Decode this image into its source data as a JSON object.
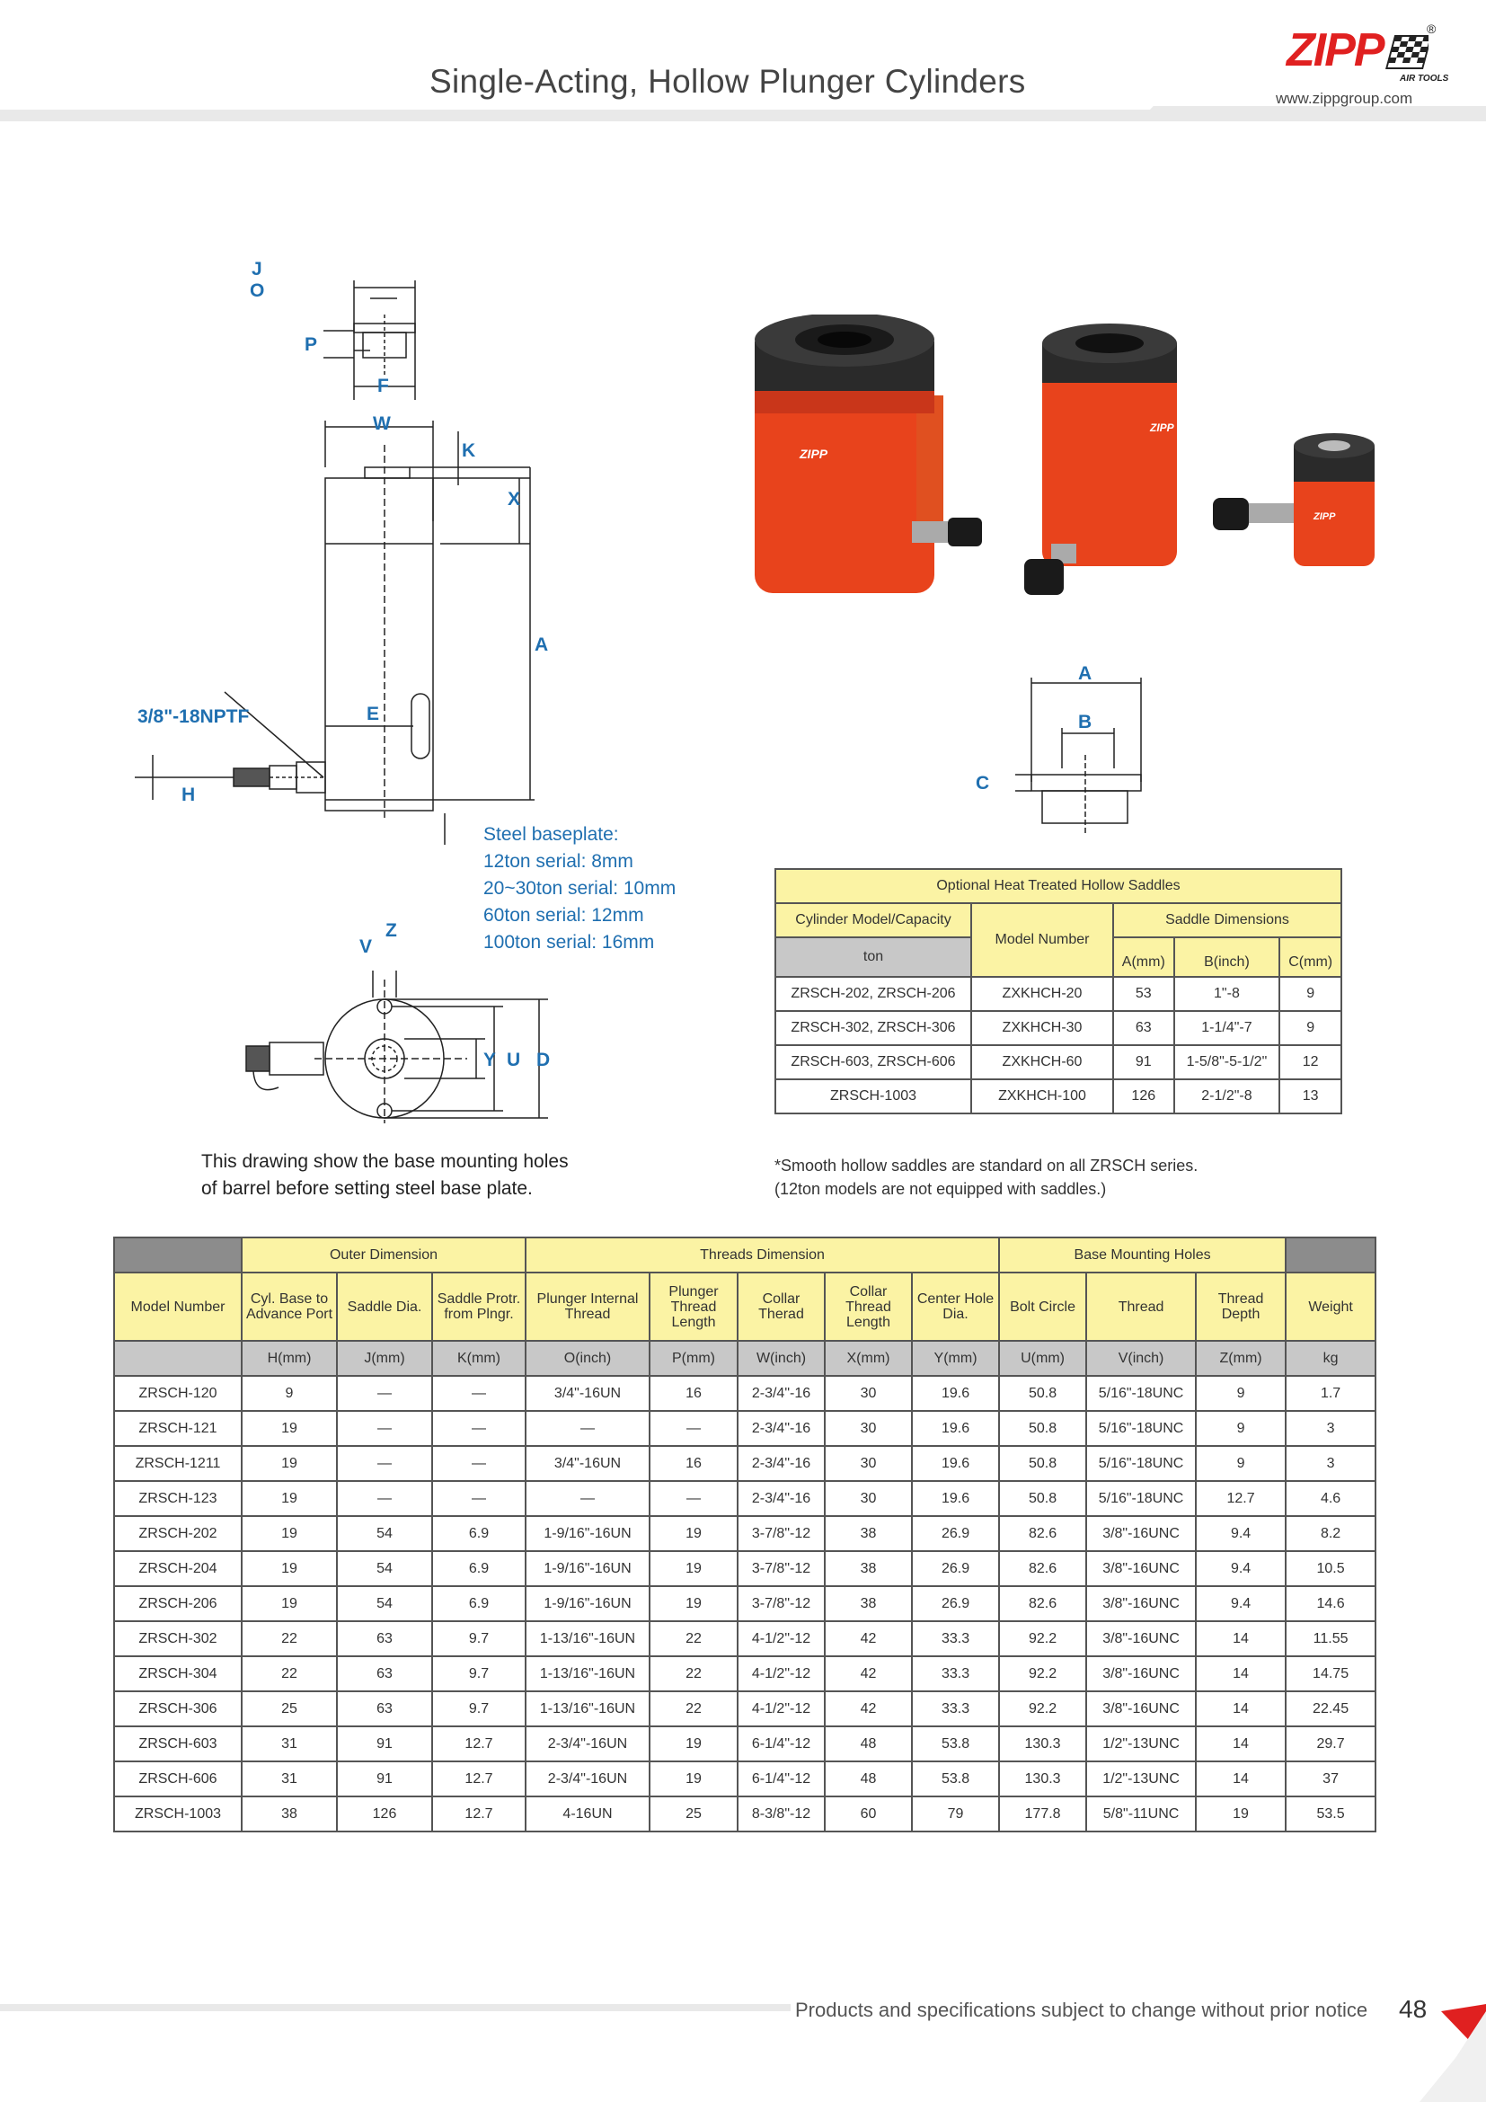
{
  "header": {
    "title": "Single-Acting, Hollow Plunger Cylinders",
    "logo": "ZIPP",
    "logo_sub": "AIR TOOLS",
    "logo_reg": "®",
    "website": "www.zippgroup.com"
  },
  "drawing": {
    "labels": {
      "J": "J",
      "O": "O",
      "P": "P",
      "F": "F",
      "W": "W",
      "K": "K",
      "X": "X",
      "A": "A",
      "E": "E",
      "H": "H",
      "Z": "Z",
      "V": "V",
      "Y": "Y",
      "U": "U",
      "D": "D"
    },
    "port_label": "3/8\"-18NPTF",
    "baseplate_lines": [
      "Steel baseplate:",
      "12ton serial: 8mm",
      "20~30ton serial: 10mm",
      "60ton serial: 12mm",
      "100ton serial: 16mm"
    ],
    "base_note": [
      "This drawing show the base mounting holes",
      "of barrel before setting steel base plate."
    ],
    "saddle_labels": {
      "A": "A",
      "B": "B",
      "C": "C"
    },
    "product_brand": "ZIPP"
  },
  "saddle_table": {
    "title": "Optional Heat Treated Hollow Saddles",
    "col_cylinder": "Cylinder Model/Capacity",
    "col_model": "Model Number",
    "col_dims": "Saddle Dimensions",
    "unit_ton": "ton",
    "sub_a": "A(mm)",
    "sub_b": "B(inch)",
    "sub_c": "C(mm)",
    "rows": [
      {
        "cyl": "ZRSCH-202, ZRSCH-206",
        "model": "ZXKHCH-20",
        "a": "53",
        "b": "1\"-8",
        "c": "9"
      },
      {
        "cyl": "ZRSCH-302, ZRSCH-306",
        "model": "ZXKHCH-30",
        "a": "63",
        "b": "1-1/4\"-7",
        "c": "9"
      },
      {
        "cyl": "ZRSCH-603, ZRSCH-606",
        "model": "ZXKHCH-60",
        "a": "91",
        "b": "1-5/8\"-5-1/2\"",
        "c": "12"
      },
      {
        "cyl": "ZRSCH-1003",
        "model": "ZXKHCH-100",
        "a": "126",
        "b": "2-1/2\"-8",
        "c": "13"
      }
    ],
    "notes": [
      "*Smooth hollow saddles are standard on all ZRSCH series.",
      "(12ton models are not equipped with saddles.)"
    ]
  },
  "main_table": {
    "groups": {
      "outer": "Outer Dimension",
      "threads": "Threads Dimension",
      "base": "Base Mounting Holes"
    },
    "headers": [
      "Model Number",
      "Cyl. Base to Advance Port",
      "Saddle Dia.",
      "Saddle Protr. from Plngr.",
      "Plunger Internal Thread",
      "Plunger Thread Length",
      "Collar Therad",
      "Collar Thread Length",
      "Center Hole Dia.",
      "Bolt Circle",
      "Thread",
      "Thread Depth",
      "Weight"
    ],
    "units": [
      "",
      "H(mm)",
      "J(mm)",
      "K(mm)",
      "O(inch)",
      "P(mm)",
      "W(inch)",
      "X(mm)",
      "Y(mm)",
      "U(mm)",
      "V(inch)",
      "Z(mm)",
      "kg"
    ],
    "rows": [
      [
        "ZRSCH-120",
        "9",
        "—",
        "—",
        "3/4\"-16UN",
        "16",
        "2-3/4\"-16",
        "30",
        "19.6",
        "50.8",
        "5/16\"-18UNC",
        "9",
        "1.7"
      ],
      [
        "ZRSCH-121",
        "19",
        "—",
        "—",
        "—",
        "—",
        "2-3/4\"-16",
        "30",
        "19.6",
        "50.8",
        "5/16\"-18UNC",
        "9",
        "3"
      ],
      [
        "ZRSCH-1211",
        "19",
        "—",
        "—",
        "3/4\"-16UN",
        "16",
        "2-3/4\"-16",
        "30",
        "19.6",
        "50.8",
        "5/16\"-18UNC",
        "9",
        "3"
      ],
      [
        "ZRSCH-123",
        "19",
        "—",
        "—",
        "—",
        "—",
        "2-3/4\"-16",
        "30",
        "19.6",
        "50.8",
        "5/16\"-18UNC",
        "12.7",
        "4.6"
      ],
      [
        "ZRSCH-202",
        "19",
        "54",
        "6.9",
        "1-9/16\"-16UN",
        "19",
        "3-7/8\"-12",
        "38",
        "26.9",
        "82.6",
        "3/8\"-16UNC",
        "9.4",
        "8.2"
      ],
      [
        "ZRSCH-204",
        "19",
        "54",
        "6.9",
        "1-9/16\"-16UN",
        "19",
        "3-7/8\"-12",
        "38",
        "26.9",
        "82.6",
        "3/8\"-16UNC",
        "9.4",
        "10.5"
      ],
      [
        "ZRSCH-206",
        "19",
        "54",
        "6.9",
        "1-9/16\"-16UN",
        "19",
        "3-7/8\"-12",
        "38",
        "26.9",
        "82.6",
        "3/8\"-16UNC",
        "9.4",
        "14.6"
      ],
      [
        "ZRSCH-302",
        "22",
        "63",
        "9.7",
        "1-13/16\"-16UN",
        "22",
        "4-1/2\"-12",
        "42",
        "33.3",
        "92.2",
        "3/8\"-16UNC",
        "14",
        "11.55"
      ],
      [
        "ZRSCH-304",
        "22",
        "63",
        "9.7",
        "1-13/16\"-16UN",
        "22",
        "4-1/2\"-12",
        "42",
        "33.3",
        "92.2",
        "3/8\"-16UNC",
        "14",
        "14.75"
      ],
      [
        "ZRSCH-306",
        "25",
        "63",
        "9.7",
        "1-13/16\"-16UN",
        "22",
        "4-1/2\"-12",
        "42",
        "33.3",
        "92.2",
        "3/8\"-16UNC",
        "14",
        "22.45"
      ],
      [
        "ZRSCH-603",
        "31",
        "91",
        "12.7",
        "2-3/4\"-16UN",
        "19",
        "6-1/4\"-12",
        "48",
        "53.8",
        "130.3",
        "1/2\"-13UNC",
        "14",
        "29.7"
      ],
      [
        "ZRSCH-606",
        "31",
        "91",
        "12.7",
        "2-3/4\"-16UN",
        "19",
        "6-1/4\"-12",
        "48",
        "53.8",
        "130.3",
        "1/2\"-13UNC",
        "14",
        "37"
      ],
      [
        "ZRSCH-1003",
        "38",
        "126",
        "12.7",
        "4-16UN",
        "25",
        "8-3/8\"-12",
        "60",
        "79",
        "177.8",
        "5/8\"-11UNC",
        "19",
        "53.5"
      ]
    ]
  },
  "footer": {
    "note": "Products and specifications subject to change without prior notice",
    "page": "48"
  },
  "colors": {
    "accent": "#e02020",
    "label_blue": "#1f6fb0",
    "table_yellow": "#fbf3a4",
    "table_grey": "#c8c8c8",
    "cylinder_red": "#e8431c"
  }
}
